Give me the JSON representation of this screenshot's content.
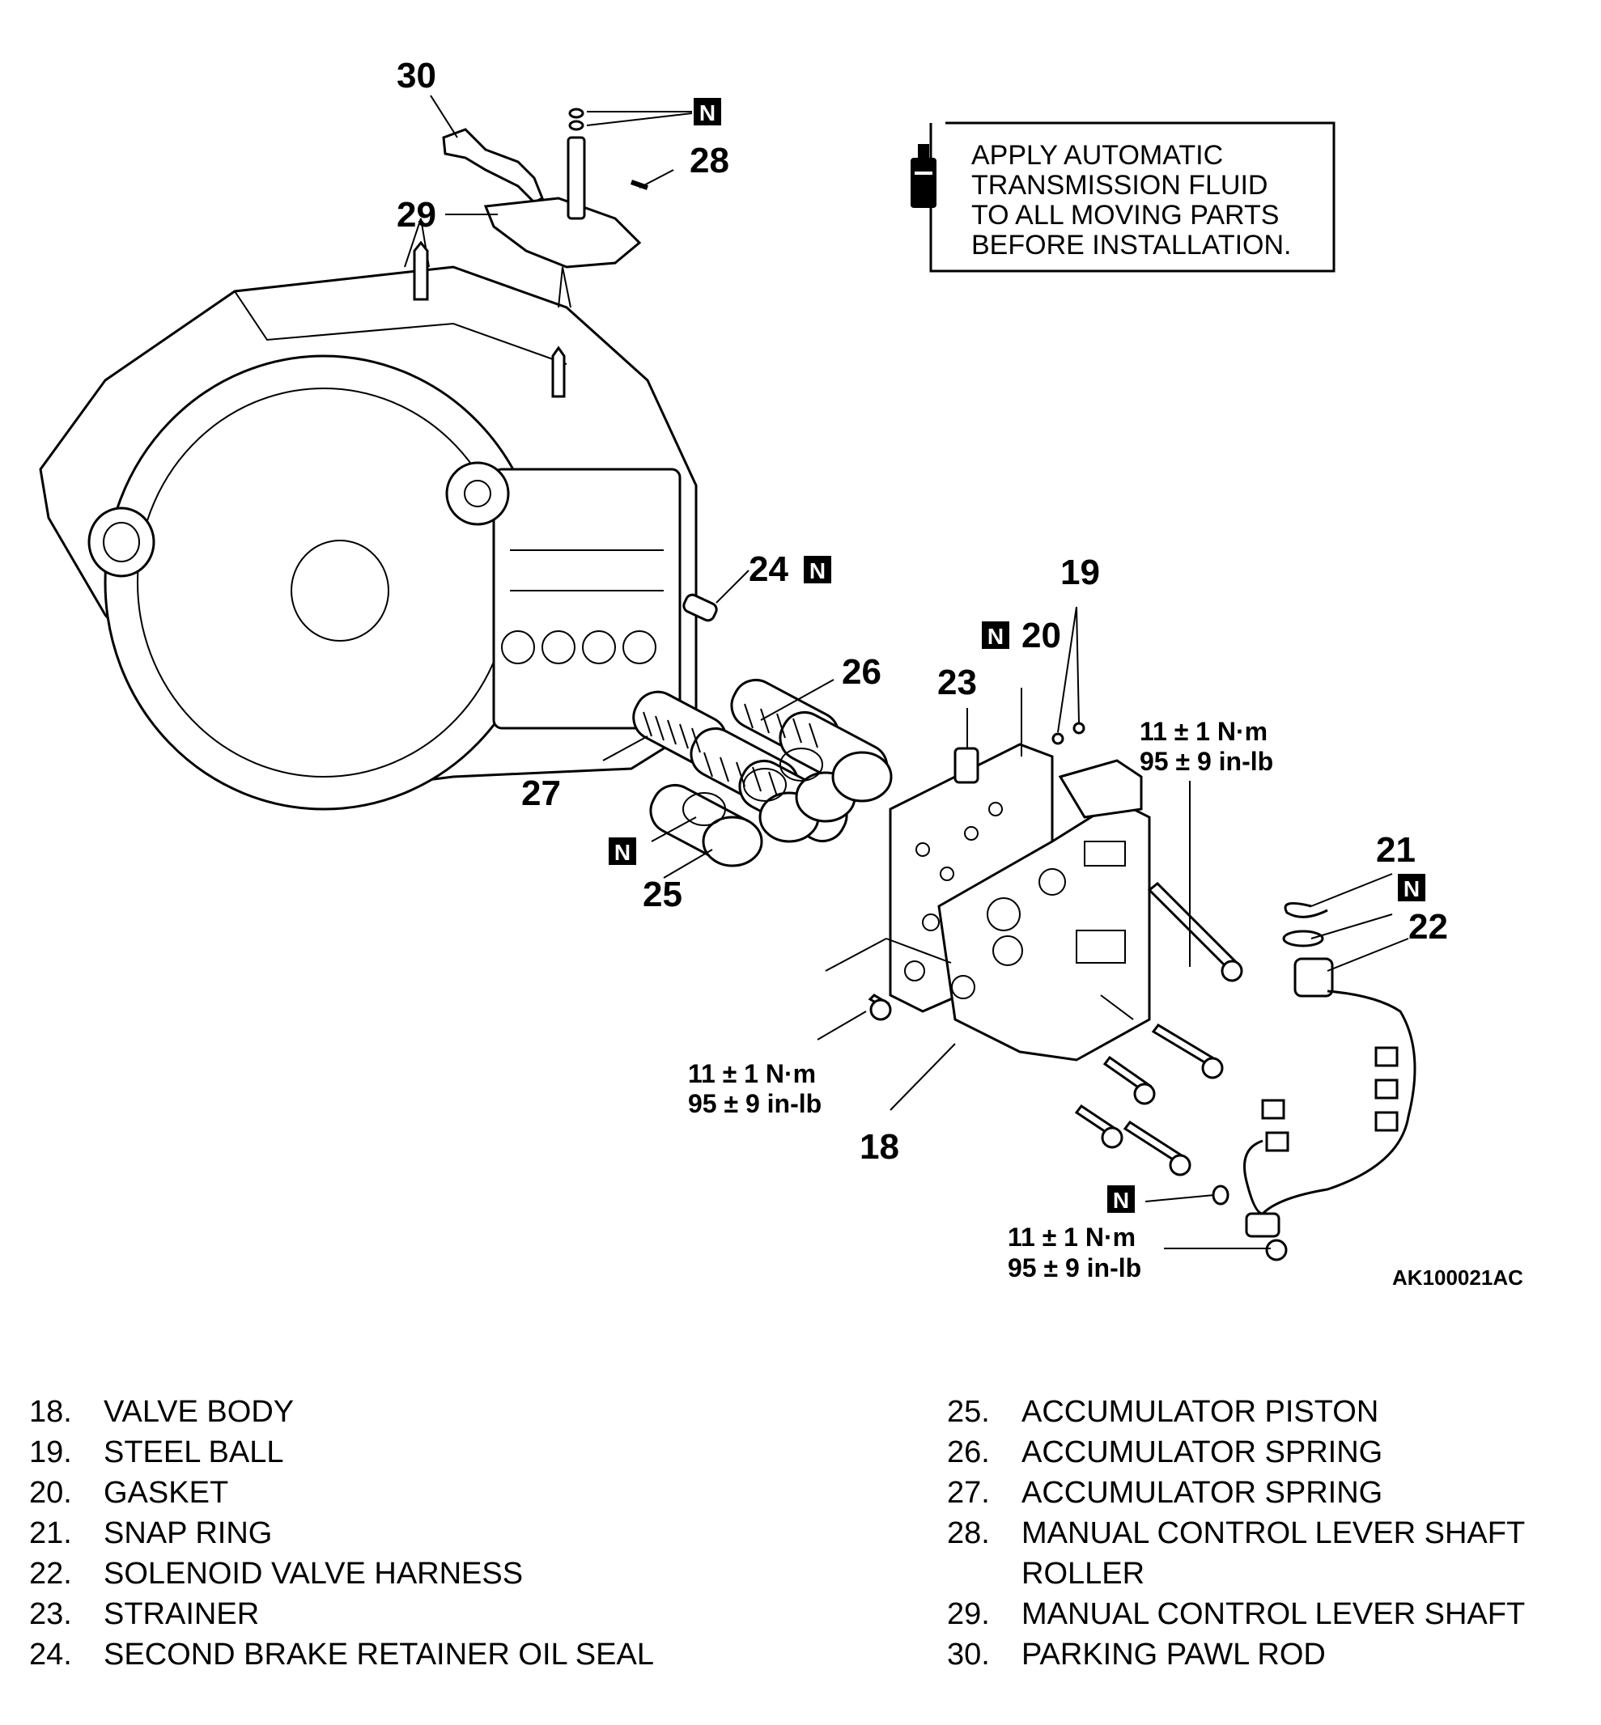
{
  "callouts": {
    "c18": "18",
    "c19": "19",
    "c20": "20",
    "c21": "21",
    "c22": "22",
    "c23": "23",
    "c24": "24",
    "c25": "25",
    "c26": "26",
    "c27": "27",
    "c28": "28",
    "c29": "29",
    "c30": "30"
  },
  "new_part_badge": "N",
  "note_lines": [
    "APPLY AUTOMATIC",
    "TRANSMISSION FLUID",
    "TO ALL MOVING PARTS",
    "BEFORE INSTALLATION."
  ],
  "torque": {
    "metric": "11 ± 1 N·m",
    "imperial": "95 ± 9 in-lb"
  },
  "figure_id": "AK100021AC",
  "legend_left": [
    {
      "num": "18.",
      "label": "VALVE BODY"
    },
    {
      "num": "19.",
      "label": "STEEL BALL"
    },
    {
      "num": "20.",
      "label": "GASKET"
    },
    {
      "num": "21.",
      "label": "SNAP RING"
    },
    {
      "num": "22.",
      "label": "SOLENOID VALVE HARNESS"
    },
    {
      "num": "23.",
      "label": "STRAINER"
    },
    {
      "num": "24.",
      "label": "SECOND BRAKE RETAINER OIL SEAL"
    }
  ],
  "legend_right": [
    {
      "num": "25.",
      "label": "ACCUMULATOR PISTON"
    },
    {
      "num": "26.",
      "label": "ACCUMULATOR SPRING"
    },
    {
      "num": "27.",
      "label": "ACCUMULATOR SPRING"
    },
    {
      "num": "28.",
      "label": "MANUAL CONTROL LEVER SHAFT ROLLER"
    },
    {
      "num": "29.",
      "label": "MANUAL CONTROL LEVER SHAFT"
    },
    {
      "num": "30.",
      "label": "PARKING PAWL ROD"
    }
  ]
}
